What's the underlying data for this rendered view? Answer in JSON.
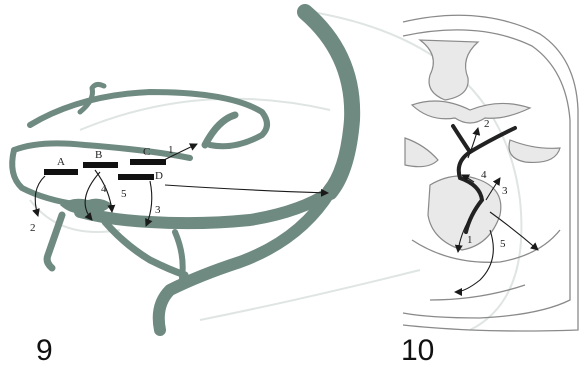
{
  "figure_9": {
    "number": "9",
    "bar_labels": [
      "A",
      "B",
      "C",
      "D"
    ],
    "arrow_labels": [
      "1",
      "2",
      "3",
      "4",
      "5"
    ]
  },
  "figure_10": {
    "number": "10",
    "arrow_labels": [
      "1",
      "2",
      "3",
      "4",
      "5"
    ]
  },
  "colors": {
    "vein": "#6f8a80",
    "arrow": "#1a1a1a",
    "skull_outline": "#8a8a8a",
    "bone_fill": "#e9e9e9"
  }
}
